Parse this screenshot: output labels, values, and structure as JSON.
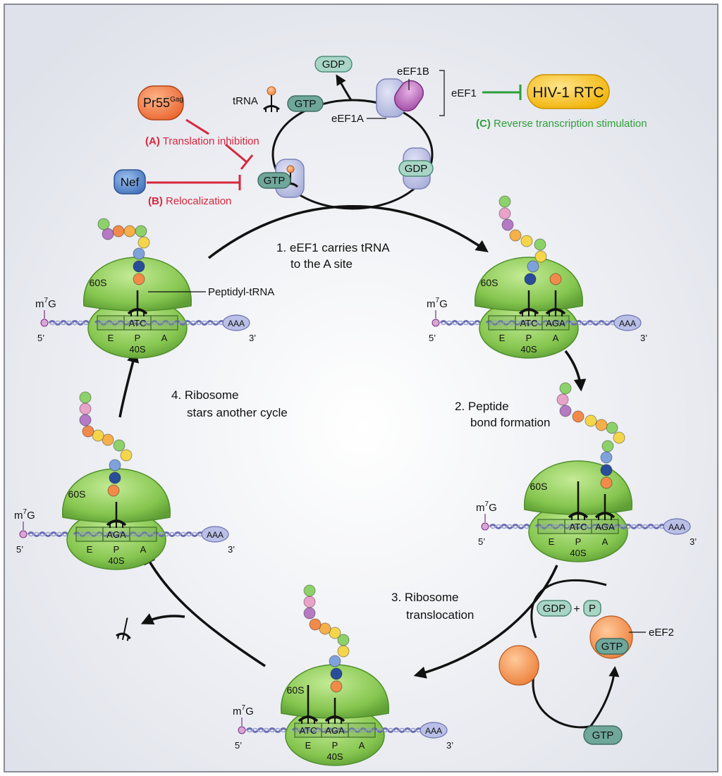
{
  "colors": {
    "inhibit_red": "#d7263d",
    "stimulate_green": "#2e9e3a",
    "ribosome_green": "#8fcf5a",
    "ribosome_dark": "#4f8f2a",
    "mrna": "#6b6fb0",
    "ef_lavender": "#b9bfe6",
    "gtp_teal": "#6fa79a",
    "eef2_orange": "#f29a55",
    "rtc_yellow": "#f7c21b",
    "pr55_orange": "#f07a40",
    "nef_blue": "#5a86c8"
  },
  "top": {
    "pr55": "Pr55",
    "pr55_sup": "Gag",
    "nef": "Nef",
    "a_letter": "(A)",
    "a_text": " Translation inhibition",
    "b_letter": "(B)",
    "b_text": " Relocalization",
    "c_letter": "(C)",
    "c_text": " Reverse transcription stimulation",
    "hiv_rtc": "HIV-1 RTC",
    "eef1": "eEF1",
    "eef1b": "eEF1B",
    "eef1a": "eEF1A",
    "trna": "tRNA",
    "gdp": "GDP",
    "gtp": "GTP"
  },
  "steps": {
    "s1_line1": "1. eEF1 carries tRNA",
    "s1_line2": "to the A site",
    "s2_line1": "2. Peptide",
    "s2_line2": "bond formation",
    "s3_line1": "3. Ribosome",
    "s3_line2": "translocation",
    "s4_line1": "4. Ribosome",
    "s4_line2": "stars another cycle"
  },
  "ribosome": {
    "large": "60S",
    "small": "40S",
    "cap": "m",
    "cap_sup": "7",
    "cap_g": "G",
    "five": "5’",
    "three": "3’",
    "polya": "AAA",
    "site_e": "E",
    "site_p": "P",
    "site_a": "A",
    "codon_atc": "ATC",
    "codon_aga": "AGA",
    "peptidyl_trna": "Peptidyl-tRNA"
  },
  "eef2": {
    "label": "eEF2",
    "gdp": "GDP",
    "plus": "+",
    "p": "P",
    "gtp": "GTP"
  }
}
